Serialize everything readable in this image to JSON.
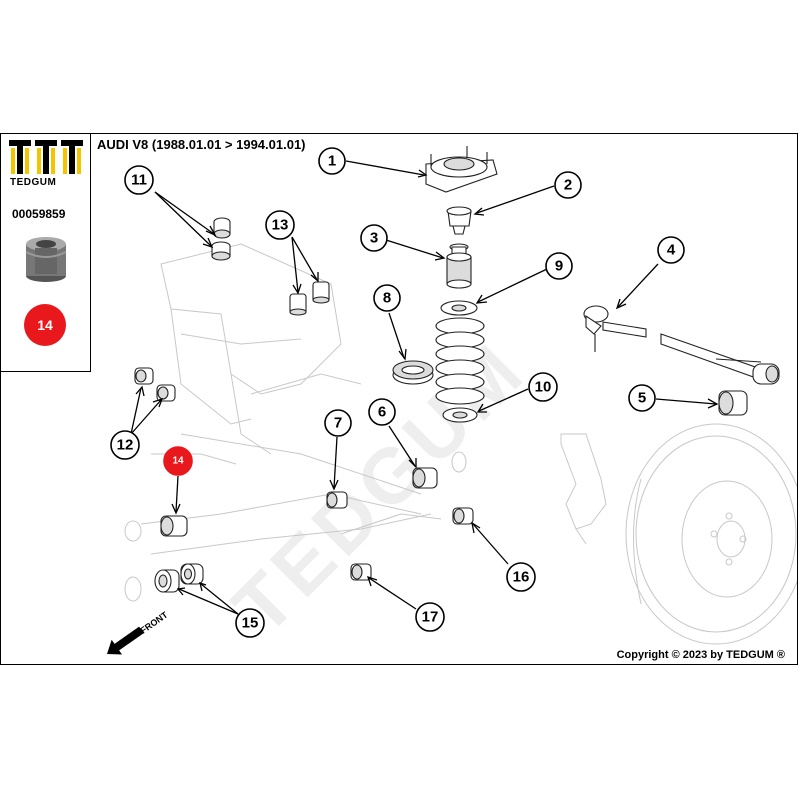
{
  "brand": {
    "name": "TEDGUM",
    "registered": "®"
  },
  "part_number": "00059859",
  "highlighted_part": "14",
  "vehicle": "AUDI V8 (1988.01.01 > 1994.01.01)",
  "copyright": "Copyright © 2023 by TEDGUM ®",
  "watermark": "TEDGUM",
  "direction_label": "FRONT",
  "callouts": [
    {
      "id": "1",
      "label": "1"
    },
    {
      "id": "2",
      "label": "2"
    },
    {
      "id": "3",
      "label": "3"
    },
    {
      "id": "4",
      "label": "4"
    },
    {
      "id": "5",
      "label": "5"
    },
    {
      "id": "6",
      "label": "6"
    },
    {
      "id": "7",
      "label": "7"
    },
    {
      "id": "8",
      "label": "8"
    },
    {
      "id": "9",
      "label": "9"
    },
    {
      "id": "10",
      "label": "10"
    },
    {
      "id": "11",
      "label": "11"
    },
    {
      "id": "12",
      "label": "12"
    },
    {
      "id": "13",
      "label": "13"
    },
    {
      "id": "14",
      "label": "14"
    },
    {
      "id": "15",
      "label": "15"
    },
    {
      "id": "16",
      "label": "16"
    },
    {
      "id": "17",
      "label": "17"
    }
  ],
  "colors": {
    "highlight": "#e8181c",
    "line": "#000000",
    "ghost": "#c8c8c8",
    "logo_yellow": "#f2c500"
  }
}
